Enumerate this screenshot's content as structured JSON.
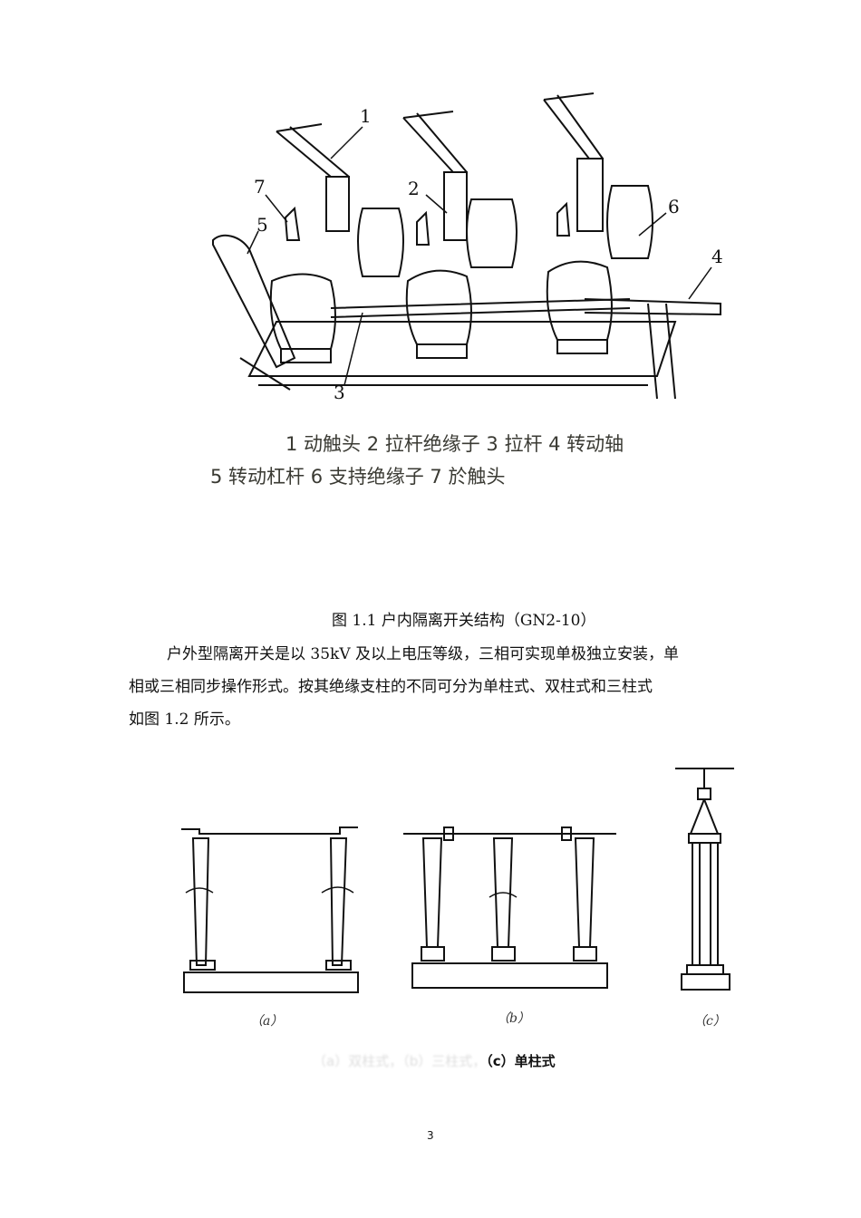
{
  "figure1": {
    "part_labels": [
      "1",
      "2",
      "3",
      "4",
      "5",
      "6",
      "7"
    ],
    "legend_line1": "1 动触头 2 拉杆绝缘子 3 拉杆 4 转动轴",
    "legend_line2": "5 转动杠杆 6 支持绝缘子 7 於触头",
    "caption": "图 1.1 户内隔离开关结构（GN2-10）"
  },
  "paragraph": {
    "line1": "户外型隔离开关是以 35kV 及以上电压等级，三相可实现单极独立安装，单",
    "line2": "相或三相同步操作形式。按其绝缘支柱的不同可分为单柱式、双柱式和三柱式",
    "line3": "如图 1.2 所示。"
  },
  "figure2": {
    "sublabels": [
      "（a）",
      "（b）",
      "（c）"
    ],
    "caption_faded": "（a）双柱式，（b）三柱式，",
    "caption_bold": "（c）单柱式"
  },
  "page_number": "3"
}
